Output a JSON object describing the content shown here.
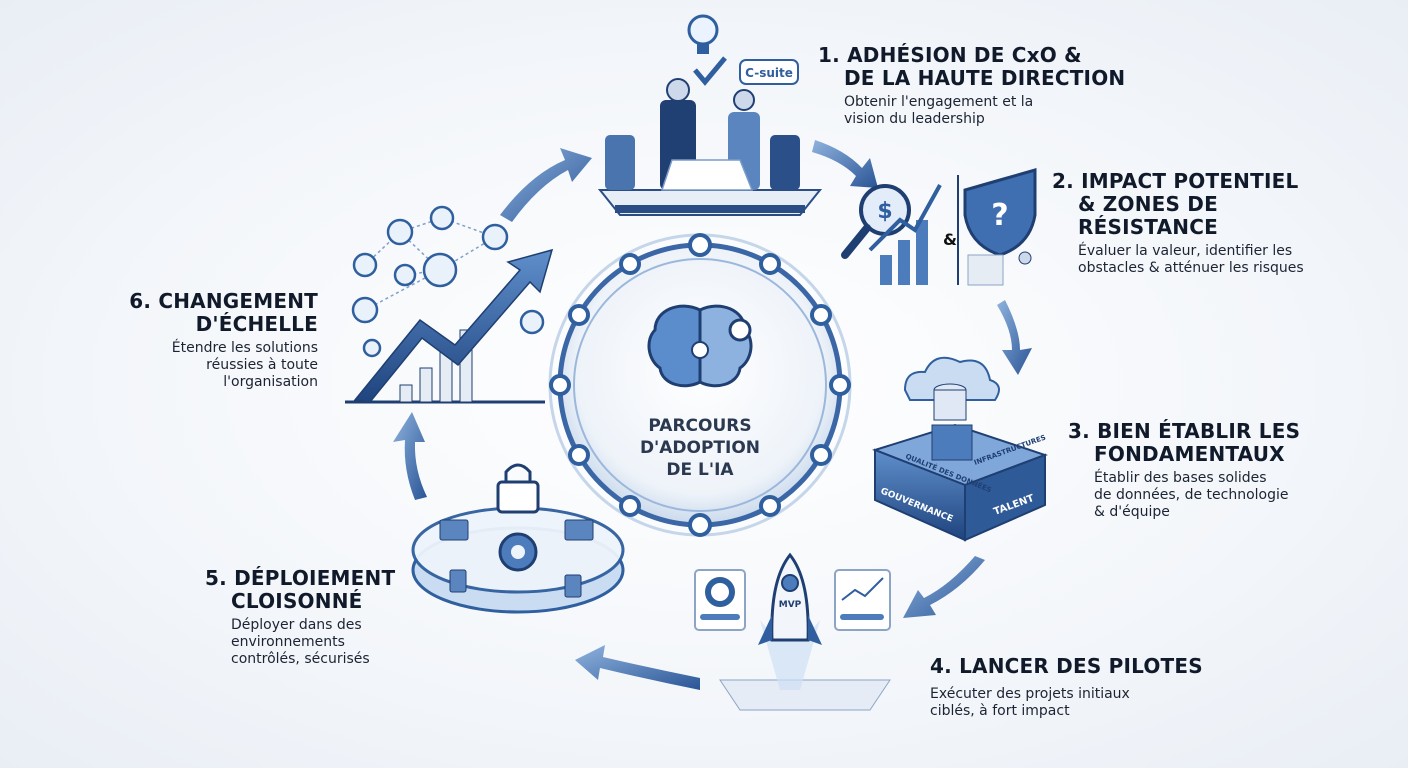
{
  "center": {
    "title_lines": [
      "PARCOURS",
      "D'ADOPTION",
      "DE L'IA"
    ]
  },
  "steps": [
    {
      "number": "1.",
      "title_lines": [
        "ADHÉSION DE CxO &",
        "DE LA HAUTE DIRECTION"
      ],
      "desc_lines": [
        "Obtenir l'engagement et la",
        "vision du leadership"
      ]
    },
    {
      "number": "2.",
      "title_lines": [
        "IMPACT POTENTIEL",
        "& ZONES DE",
        "RÉSISTANCE"
      ],
      "desc_lines": [
        "Évaluer la valeur, identifier les",
        "obstacles & atténuer les risques"
      ]
    },
    {
      "number": "3.",
      "title_lines": [
        "BIEN ÉTABLIR LES",
        "FONDAMENTAUX"
      ],
      "desc_lines": [
        "Établir des bases solides",
        "de données, de technologie",
        "& d'équipe"
      ]
    },
    {
      "number": "4.",
      "title_lines": [
        "LANCER DES PILOTES"
      ],
      "desc_lines": [
        "Exécuter des projets initiaux",
        "ciblés, à fort impact"
      ]
    },
    {
      "number": "5.",
      "title_lines": [
        "DÉPLOIEMENT",
        "CLOISONNÉ"
      ],
      "desc_lines": [
        "Déployer dans des",
        "environnements",
        "contrôlés, sécurisés"
      ]
    },
    {
      "number": "6.",
      "title_lines": [
        "CHANGEMENT",
        "D'ÉCHELLE"
      ],
      "desc_lines": [
        "Étendre les solutions",
        "réussies à toute",
        "l'organisation"
      ]
    }
  ],
  "illustrations": {
    "csuite_bubble": "C-suite",
    "ampersand": "&",
    "foundation_blocks": [
      "QUALITÉ DES DONNÉES",
      "INFRASTRUCTURES",
      "GOUVERNANCE",
      "TALENT"
    ],
    "rocket_label": "MVP"
  },
  "colors": {
    "primary": "#2f5f9e",
    "dark": "#1b3564",
    "light": "#a9c6e8",
    "text": "#111a2a"
  }
}
